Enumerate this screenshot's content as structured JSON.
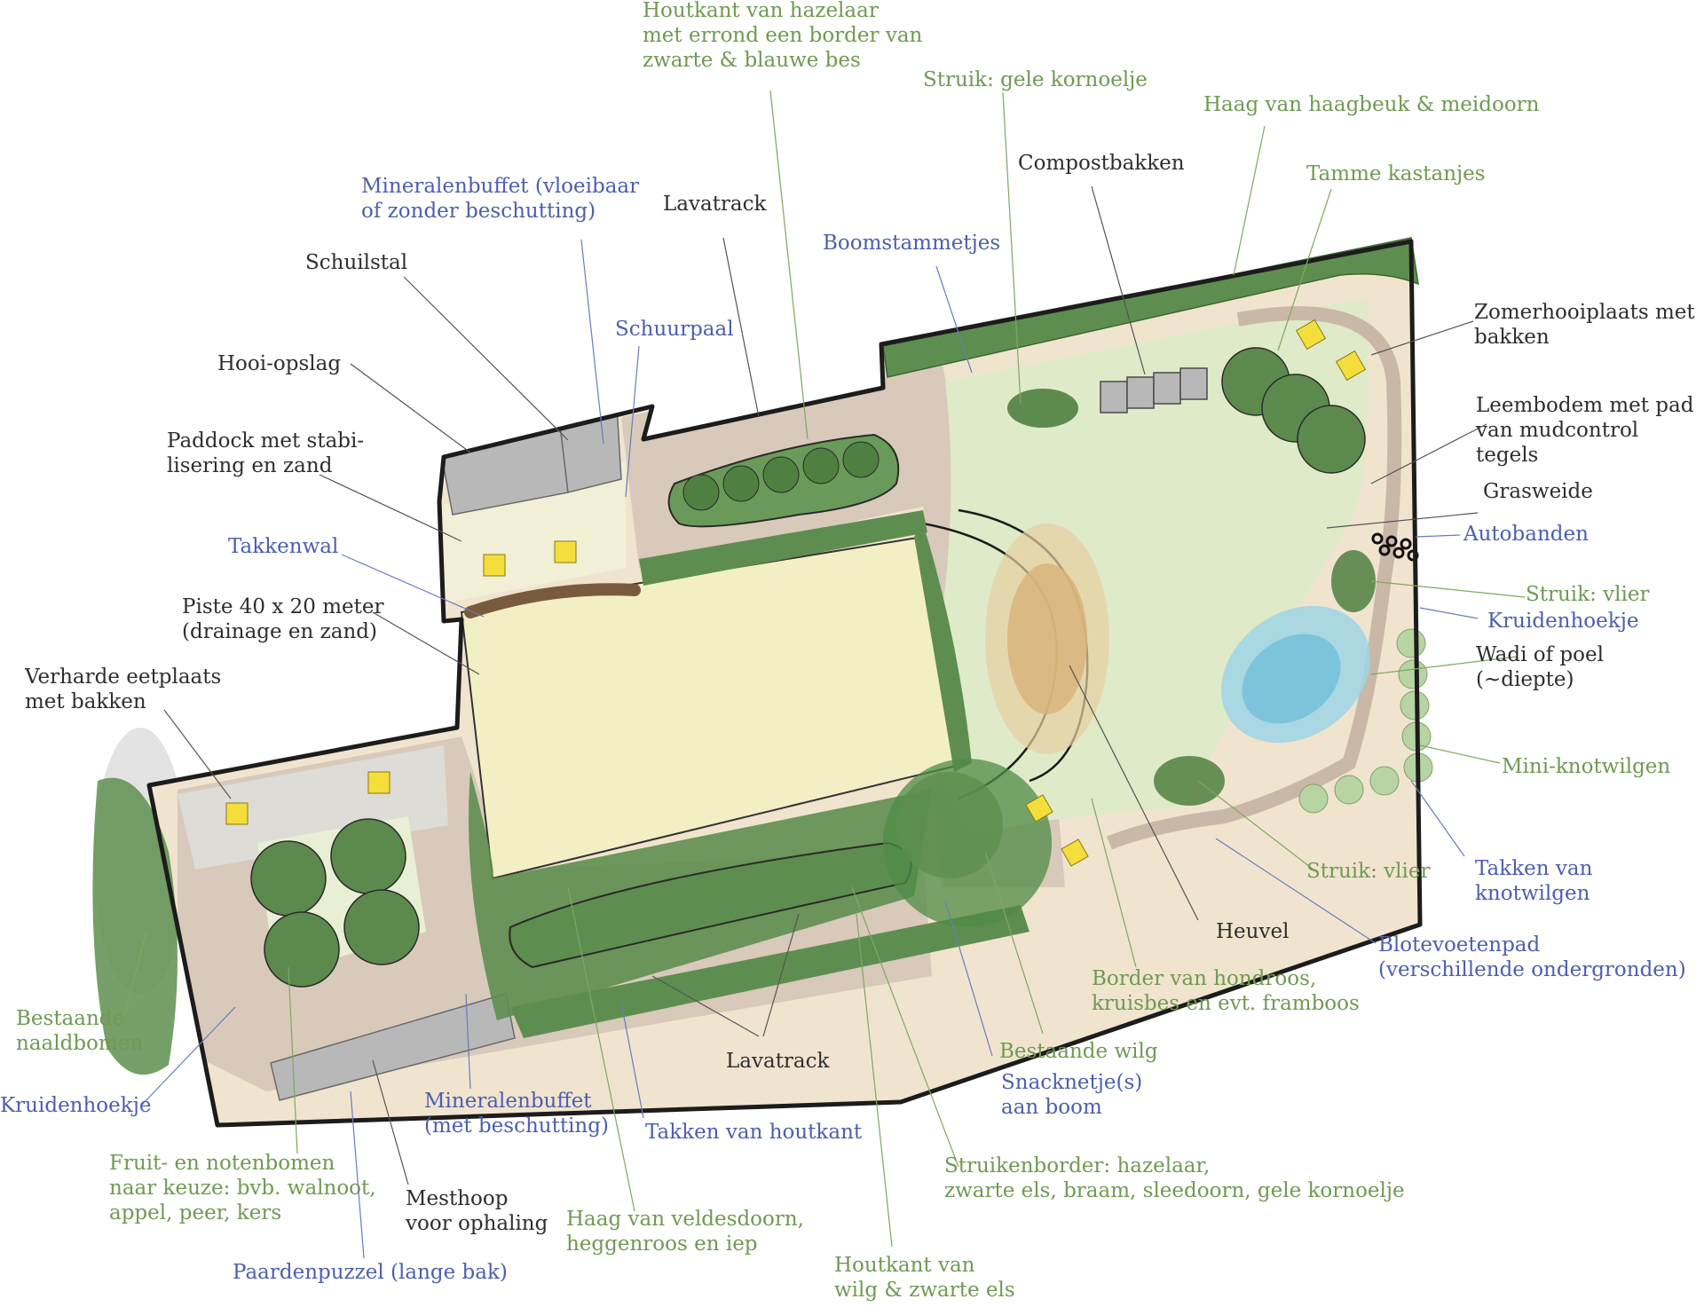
{
  "colors": {
    "outline": "#1c1c1c",
    "hedge": "#5e8e4f",
    "hedge_dark": "#4a7a3c",
    "paddock": "#f1efd6",
    "piste": "#f3efc4",
    "sand": "#f1e4cf",
    "track": "#d8c9bb",
    "grass": "#dfeac9",
    "gray_box": "#b8b8b8",
    "yellow": "#f4de3c",
    "water": "#9fd5e5",
    "mound": "#d8b47a",
    "label_dark": "#2e2e2e",
    "label_green": "#6f9a52",
    "label_blue": "#4c5fae"
  },
  "labels": {
    "houtkant_hazelaar": "Houtkant van hazelaar\nmet errond een border van\nzwarte & blauwe bes",
    "struik_kornoelje": "Struik: gele kornoelje",
    "haag_haagbeuk": "Haag van haagbeuk & meidoorn",
    "compostbakken": "Compostbakken",
    "tamme_kastanjes": "Tamme kastanjes",
    "mineralenbuffet_vloeibaar": "Mineralenbuffet (vloeibaar\nof zonder beschutting)",
    "lavatrack_top": "Lavatrack",
    "boomstammetjes": "Boomstammetjes",
    "schuilstal": "Schuilstal",
    "schuurpaal": "Schuurpaal",
    "zomerhooiplaats": "Zomerhooiplaats met\nbakken",
    "hooi_opslag": "Hooi-opslag",
    "leembodem": "Leembodem met pad\nvan mudcontrol tegels",
    "paddock": "Paddock met stabi-\nlisering en zand",
    "grasweide": "Grasweide",
    "autobanden": "Autobanden",
    "takkenwal": "Takkenwal",
    "struik_vlier_right": "Struik: vlier",
    "piste": "Piste 40 x 20 meter\n(drainage en zand)",
    "kruidenhoekje_right": "Kruidenhoekje",
    "wadi": "Wadi of poel (~diepte)",
    "verharde_eetplaats": "Verharde eetplaats\nmet bakken",
    "mini_knotwilgen": "Mini-knotwilgen",
    "struik_vlier_bottom": "Struik: vlier",
    "takken_knotwilgen": "Takken van\nknotwilgen",
    "heuvel": "Heuvel",
    "blotevoetenpad": "Blotevoetenpad\n(verschillende ondergronden)",
    "border_hondroos": "Border van hondroos,\nkruisbes en evt. framboos",
    "bestaande_naaldbomen": "Bestaande\nnaaldbomen",
    "lavatrack_bottom": "Lavatrack",
    "bestaande_wilg": "Bestaande wilg",
    "kruidenhoekje_left": "Kruidenhoekje",
    "snacknetje": "Snacknetje(s)\naan boom",
    "mineralenbuffet_beschutting": "Mineralenbuffet\n(met beschutting)",
    "takken_houtkant": "Takken van houtkant",
    "fruitbomen": "Fruit- en notenbomen\nnaar keuze: bvb. walnoot,\nappel, peer, kers",
    "mesthoop": "Mesthoop\nvoor ophaling",
    "struikenborder": "Struikenborder: hazelaar,\nzwarte els, braam, sleedoorn, gele kornoelje",
    "haag_veldesdoorn": "Haag van veldesdoorn,\nheggenroos en iep",
    "paardenpuzzel": "Paardenpuzzel (lange bak)",
    "houtkant_wilg": "Houtkant van\nwilg & zwarte els"
  }
}
